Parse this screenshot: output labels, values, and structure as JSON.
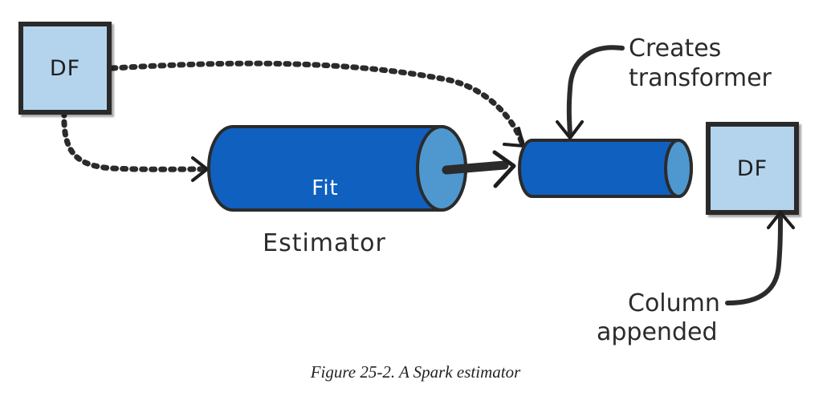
{
  "diagram": {
    "input_df_label": "DF",
    "output_df_label": "DF",
    "estimator_inner_label": "Fit",
    "estimator_label": "Estimator",
    "note_top_line1": "Creates",
    "note_top_line2": "transformer",
    "note_bottom_line1": "Column",
    "note_bottom_line2": "appended"
  },
  "caption": "Figure 25-2. A Spark estimator",
  "colors": {
    "df_box_fill": "#b3d4ec",
    "cylinder_fill": "#1060c0",
    "cylinder_end": "#4f97cf",
    "outline": "#2b2b2b"
  }
}
